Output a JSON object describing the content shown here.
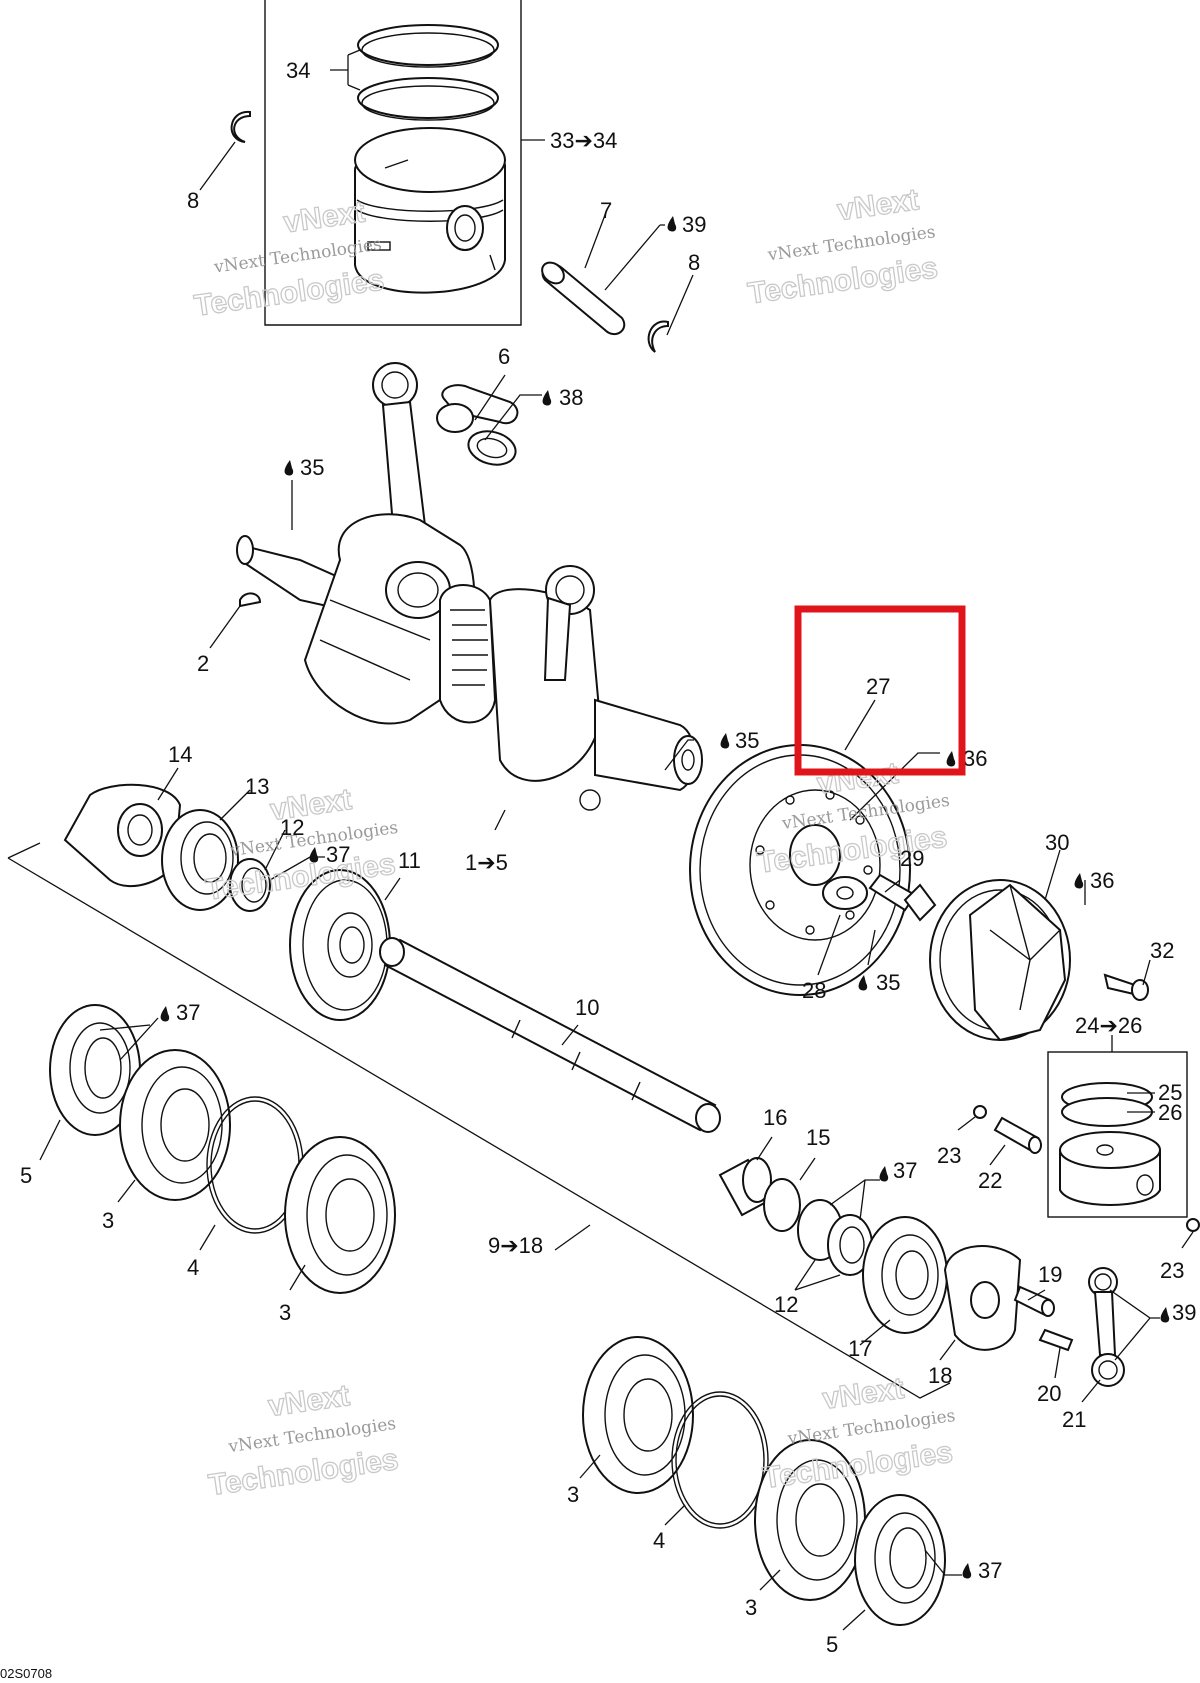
{
  "labels": {
    "l34": "34",
    "l33_34": "33➔34",
    "l8a": "8",
    "l7": "7",
    "l39a": "39",
    "l8b": "8",
    "l6": "6",
    "l38": "38",
    "l35a": "35",
    "l2": "2",
    "l27": "27",
    "l35b": "35",
    "l36a": "36",
    "l14": "14",
    "l13": "13",
    "l12a": "12",
    "l37a": "37",
    "l11": "11",
    "l1_5": "1➔5",
    "l29": "29",
    "l30": "30",
    "l36b": "36",
    "l28": "28",
    "l35c": "35",
    "l32": "32",
    "l37b": "37",
    "l10": "10",
    "l24_26": "24➔26",
    "l25": "25",
    "l26": "26",
    "l5a": "5",
    "l3a": "3",
    "l4a": "4",
    "l3b": "3",
    "l16": "16",
    "l15": "15",
    "l37c": "37",
    "l23a": "23",
    "l22": "22",
    "l9_18": "9➔18",
    "l12b": "12",
    "l17": "17",
    "l19": "19",
    "l23b": "23",
    "l39b": "39",
    "l18": "18",
    "l20": "20",
    "l21": "21",
    "l3c": "3",
    "l4b": "4",
    "l3d": "3",
    "l37d": "37",
    "l5b": "5"
  },
  "watermark": {
    "line1": "vNext Technologies",
    "line2": "vNext",
    "line3": "Technologies"
  },
  "figure_code": "02S0708",
  "highlight_color": "#e0141b"
}
